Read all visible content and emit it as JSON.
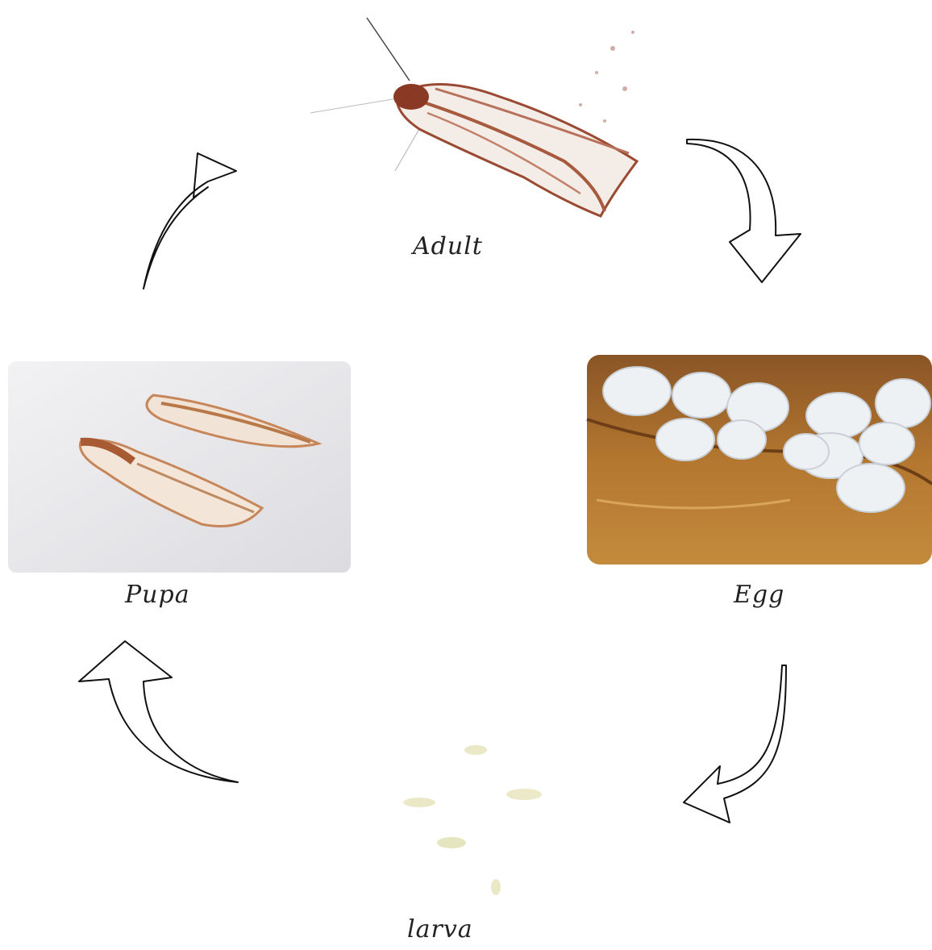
{
  "diagram": {
    "stages": {
      "adult": "Adult",
      "egg": "Egg",
      "larva": "larva",
      "pupa": "Pupa"
    },
    "colors": {
      "moth": "#9a4a32",
      "egg_bg": "#b0712e",
      "egg": "#eef1f4",
      "pupa": "#c7865a",
      "pupa_bg": "#e7e7ea",
      "larva": "#e6e3b9",
      "arrow": "#111111"
    }
  }
}
